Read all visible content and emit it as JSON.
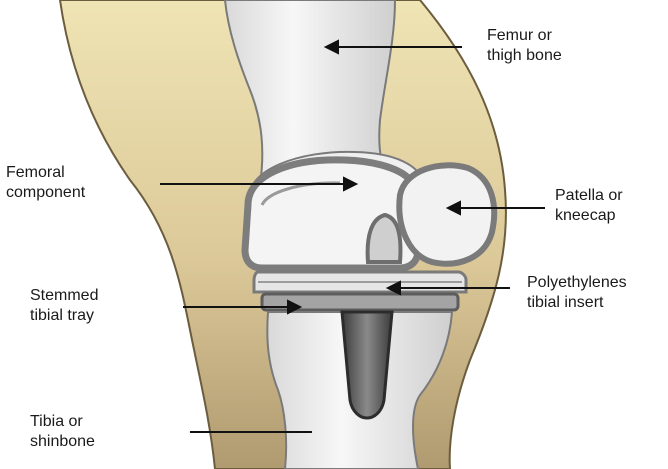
{
  "labels": {
    "femur": {
      "line1": "Femur or",
      "line2": "thigh bone"
    },
    "femoral": {
      "line1": "Femoral",
      "line2": "component"
    },
    "patella": {
      "line1": "Patella or",
      "line2": "kneecap"
    },
    "poly": {
      "line1": "Polyethylenes",
      "line2": "tibial insert"
    },
    "tray": {
      "line1": "Stemmed",
      "line2": "tibial tray"
    },
    "tibia": {
      "line1": "Tibia or",
      "line2": "shinbone"
    }
  },
  "colors": {
    "skin_light": "#ede1ae",
    "skin_dark": "#b7a37a",
    "bone": "#f2f2f2",
    "bone_shadow": "#c9c9c9",
    "metal": "#8e8e8e",
    "metal_dark": "#4a4a4a",
    "insert": "#e4e4e4",
    "arrow": "#111111"
  }
}
